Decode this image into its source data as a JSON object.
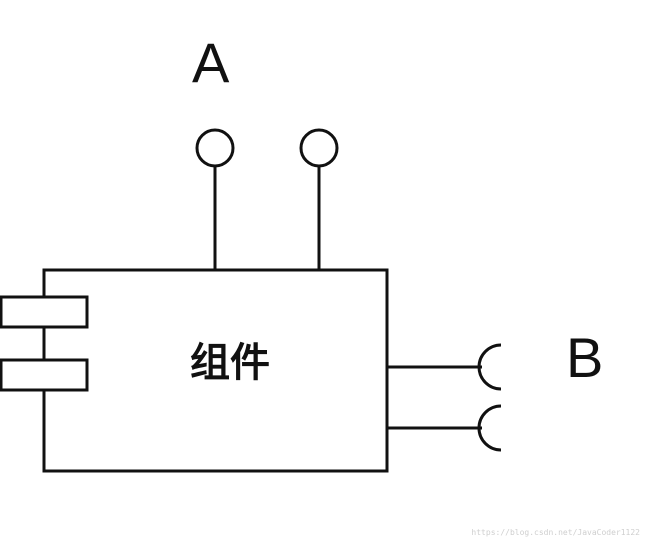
{
  "diagram": {
    "provided_interface_label": "A",
    "required_interface_label": "B",
    "component_label": "组件",
    "watermark": "https://blog.csdn.net/JavaCoder1122"
  },
  "colors": {
    "line": "#111111",
    "background": "#ffffff"
  }
}
